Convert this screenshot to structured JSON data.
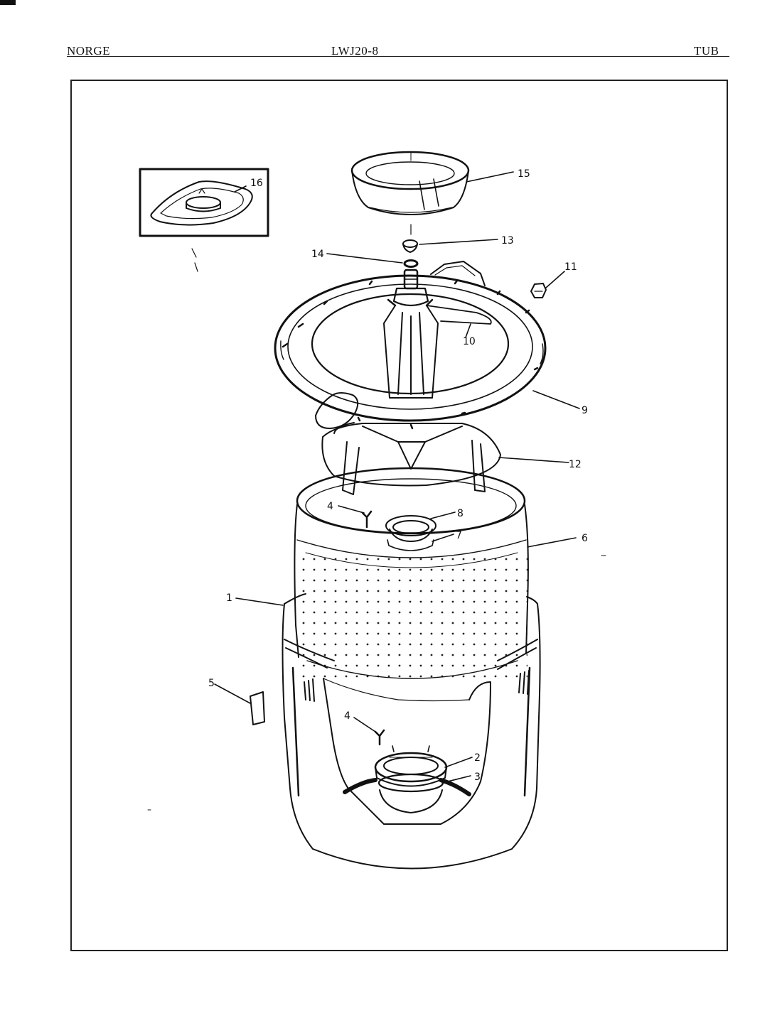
{
  "header": {
    "brand": "NORGE",
    "model": "LWJ20-8",
    "section": "TUB"
  },
  "callouts": {
    "c1": "1",
    "c2": "2",
    "c3": "3",
    "c4a": "4",
    "c4b": "4",
    "c5": "5",
    "c6": "6",
    "c7": "7",
    "c8": "8",
    "c9": "9",
    "c10": "10",
    "c11": "11",
    "c12": "12",
    "c13": "13",
    "c14": "14",
    "c15": "15",
    "c16": "16"
  }
}
